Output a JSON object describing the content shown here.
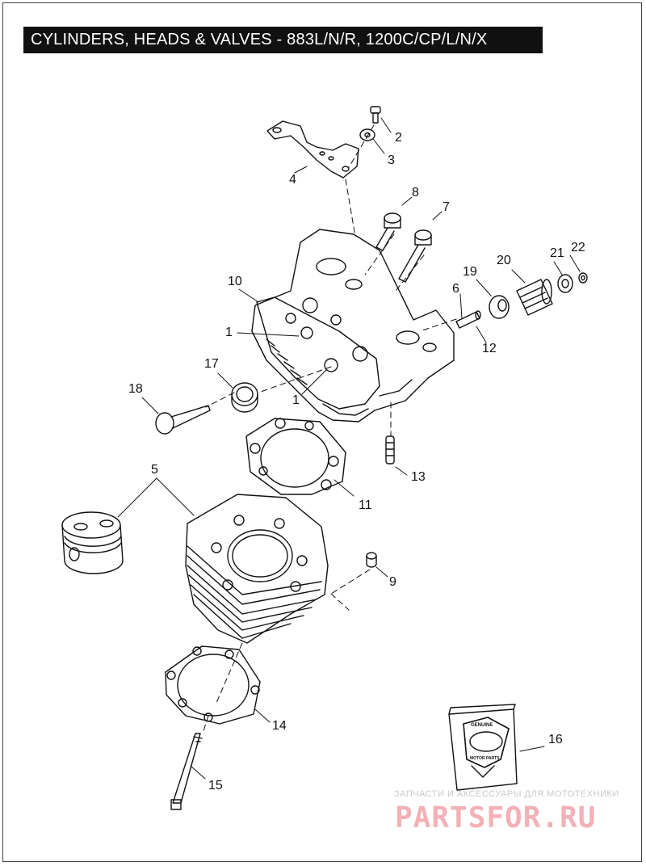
{
  "title": "CYLINDERS, HEADS & VALVES - 883L/N/R, 1200C/CP/L/N/X",
  "callouts": [
    {
      "id": "c1a",
      "label": "1"
    },
    {
      "id": "c1b",
      "label": "1"
    },
    {
      "id": "c2",
      "label": "2"
    },
    {
      "id": "c3",
      "label": "3"
    },
    {
      "id": "c4",
      "label": "4"
    },
    {
      "id": "c5",
      "label": "5"
    },
    {
      "id": "c6",
      "label": "6"
    },
    {
      "id": "c7",
      "label": "7"
    },
    {
      "id": "c8",
      "label": "8"
    },
    {
      "id": "c9",
      "label": "9"
    },
    {
      "id": "c10",
      "label": "10"
    },
    {
      "id": "c11",
      "label": "11"
    },
    {
      "id": "c12",
      "label": "12"
    },
    {
      "id": "c13",
      "label": "13"
    },
    {
      "id": "c14",
      "label": "14"
    },
    {
      "id": "c15",
      "label": "15"
    },
    {
      "id": "c16",
      "label": "16"
    },
    {
      "id": "c17",
      "label": "17"
    },
    {
      "id": "c18",
      "label": "18"
    },
    {
      "id": "c19",
      "label": "19"
    },
    {
      "id": "c20",
      "label": "20"
    },
    {
      "id": "c21",
      "label": "21"
    },
    {
      "id": "c22",
      "label": "22"
    }
  ],
  "badge": {
    "top": "GENUINE",
    "bottom": "MOTOR PARTS"
  },
  "watermark": {
    "tagline": "ЗАПЧАСТИ И АКСЕССУАРЫ ДЛЯ МОТОТЕХНИКИ",
    "brand": "PARTSFOR.RU"
  },
  "colors": {
    "ink": "#111111",
    "title_bg": "#111111",
    "title_fg": "#ffffff",
    "watermark": "#f3b1b7"
  }
}
